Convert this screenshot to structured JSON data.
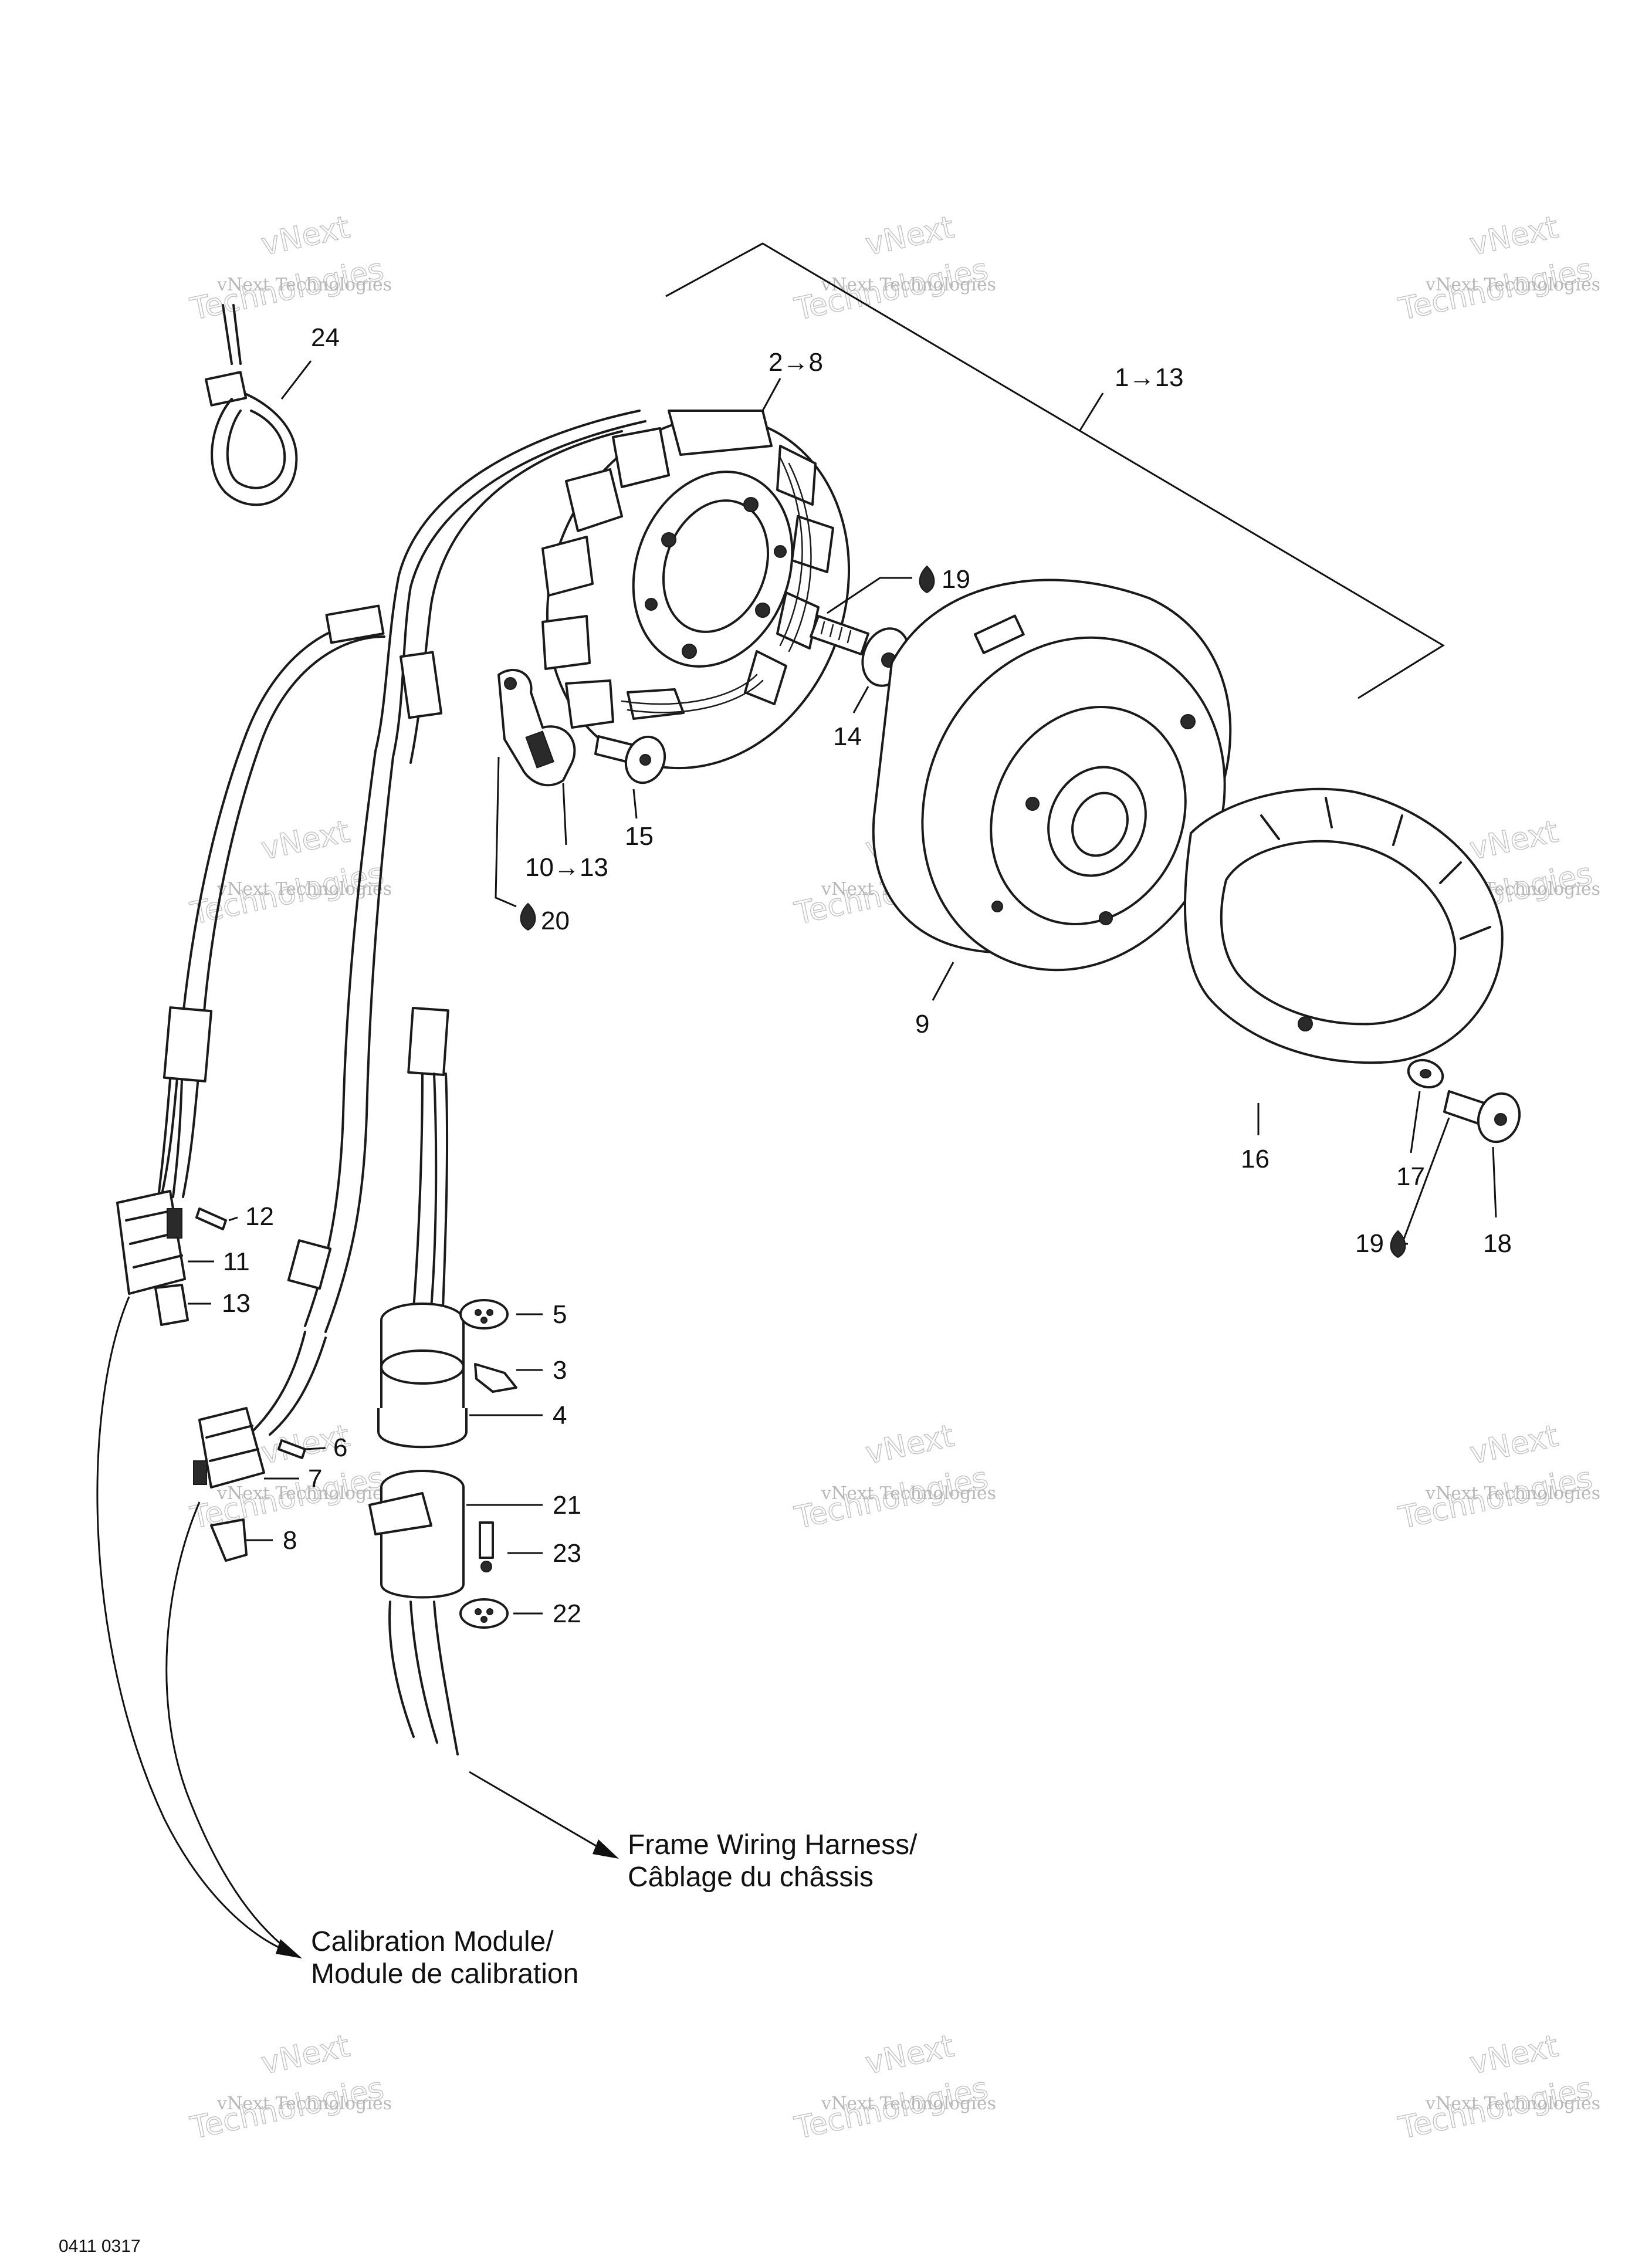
{
  "diagram": {
    "callouts": {
      "c1_13": "1→13",
      "c2_8": "2→8",
      "c3": "3",
      "c4": "4",
      "c5": "5",
      "c6": "6",
      "c7": "7",
      "c8": "8",
      "c9": "9",
      "c10_13": "10→13",
      "c11": "11",
      "c12": "12",
      "c13": "13",
      "c14": "14",
      "c15": "15",
      "c16": "16",
      "c17": "17",
      "c18": "18",
      "c19a": "19",
      "c19b": "19",
      "c20": "20",
      "c21": "21",
      "c22": "22",
      "c23": "23",
      "c24": "24"
    },
    "captions": {
      "frame_harness_en": "Frame Wiring Harness/",
      "frame_harness_fr": "Câblage du châssis",
      "calibration_en": "Calibration Module/",
      "calibration_fr": "Module de calibration"
    },
    "watermark": {
      "line1": "vNext Technologies",
      "line2": "vNext",
      "line3": "Technologies"
    },
    "footer_code": "0411 0317"
  }
}
